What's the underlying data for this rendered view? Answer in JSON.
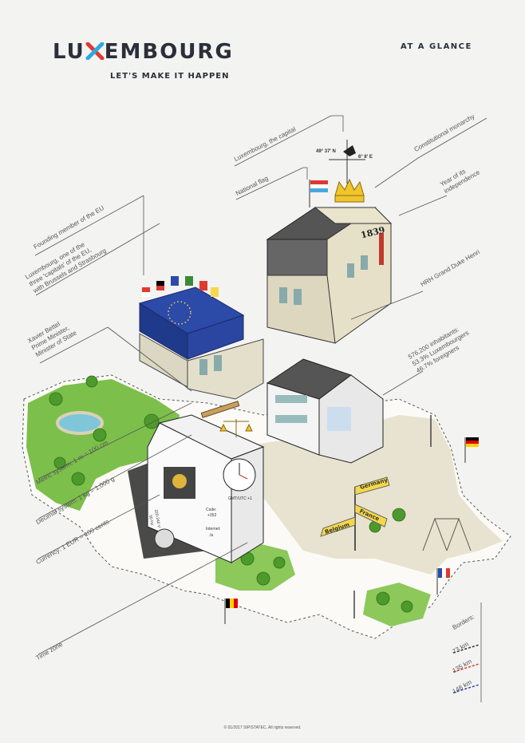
{
  "header": {
    "logo_part1": "LU",
    "logo_part2": "EMBOURG",
    "tagline": "LET'S MAKE IT HAPPEN",
    "page_heading": "AT A GLANCE"
  },
  "labels": {
    "capital": "Luxembourg, the capital",
    "national_flag": "National flag",
    "monarchy": "Constitutional monarchy",
    "independence_line1": "Year of its",
    "independence_line2": "independence",
    "grand_duke": "HRH Grand Duke Henri",
    "inhabitants_line1": "576,200 inhabitants:",
    "inhabitants_line2": "53.3% Luxembourgers",
    "inhabitants_line3": "46.7% foreigners",
    "eu_member": "Founding member of the EU",
    "eu_capitals_line1": "Luxembourg, one of the",
    "eu_capitals_line2": "three 'capitals' of the EU,",
    "eu_capitals_line3": "with Brussels and Strasbourg",
    "pm_line1": "Xavier Bettel",
    "pm_line2": "Prime Minister,",
    "pm_line3": "Minister of State",
    "metric": "Metric system: 1 m = 100 cm",
    "decimal": "Decimal system: 1 kg = 1,000 g",
    "currency": "Currency: 1 EUR = 100 cents",
    "time_zone": "Time zone",
    "borders_title": "Borders:",
    "border_1": "73 km",
    "border_2": "135 km",
    "border_3": "148 km"
  },
  "artwork": {
    "coord_lat": "49° 37' N",
    "coord_lon": "6° 8' E",
    "year": "1839",
    "voltage_line1": "220-240 V",
    "voltage_line2": "50 Hz",
    "phone_label": "Code:",
    "phone_code": "+352",
    "internet_label": "Internet:",
    "internet_value": ".lu",
    "gmt": "GMT/UTC +1",
    "sign_germany": "Germany",
    "sign_france": "France",
    "sign_belgium": "Belgium"
  },
  "footer": "© 01/2017 SIP/STATEC. All rights reserved.",
  "colors": {
    "brand_dark": "#2b2f3a",
    "brand_red": "#e0392f",
    "brand_blue": "#2fa8e0",
    "eu_blue": "#2c4aa8",
    "grass": "#7cbf4b",
    "plaza": "#e8e3d0"
  }
}
